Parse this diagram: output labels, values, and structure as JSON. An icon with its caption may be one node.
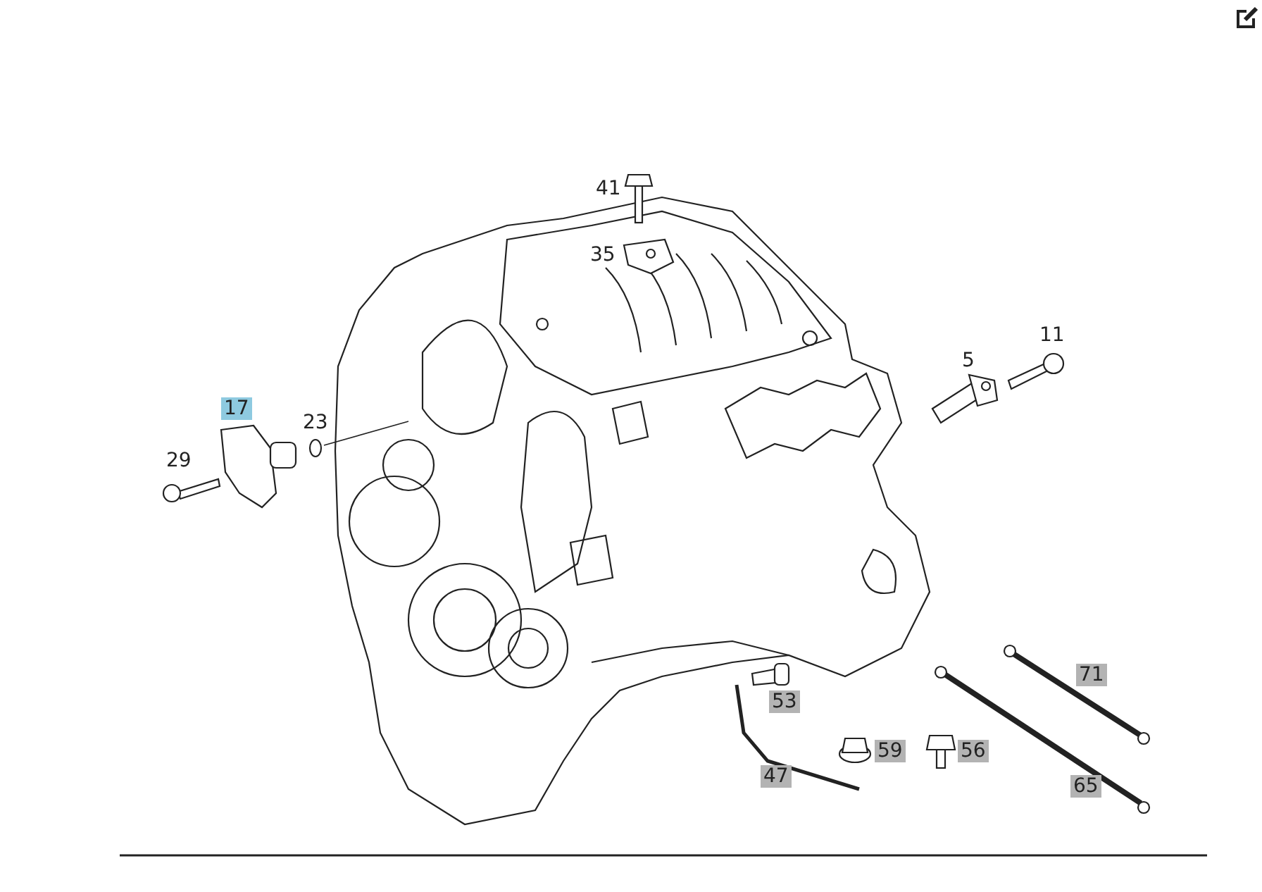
{
  "diagram": {
    "labels": [
      "41",
      "35",
      "11",
      "5",
      "17",
      "23",
      "29",
      "71",
      "53",
      "59",
      "56",
      "47",
      "65"
    ]
  }
}
